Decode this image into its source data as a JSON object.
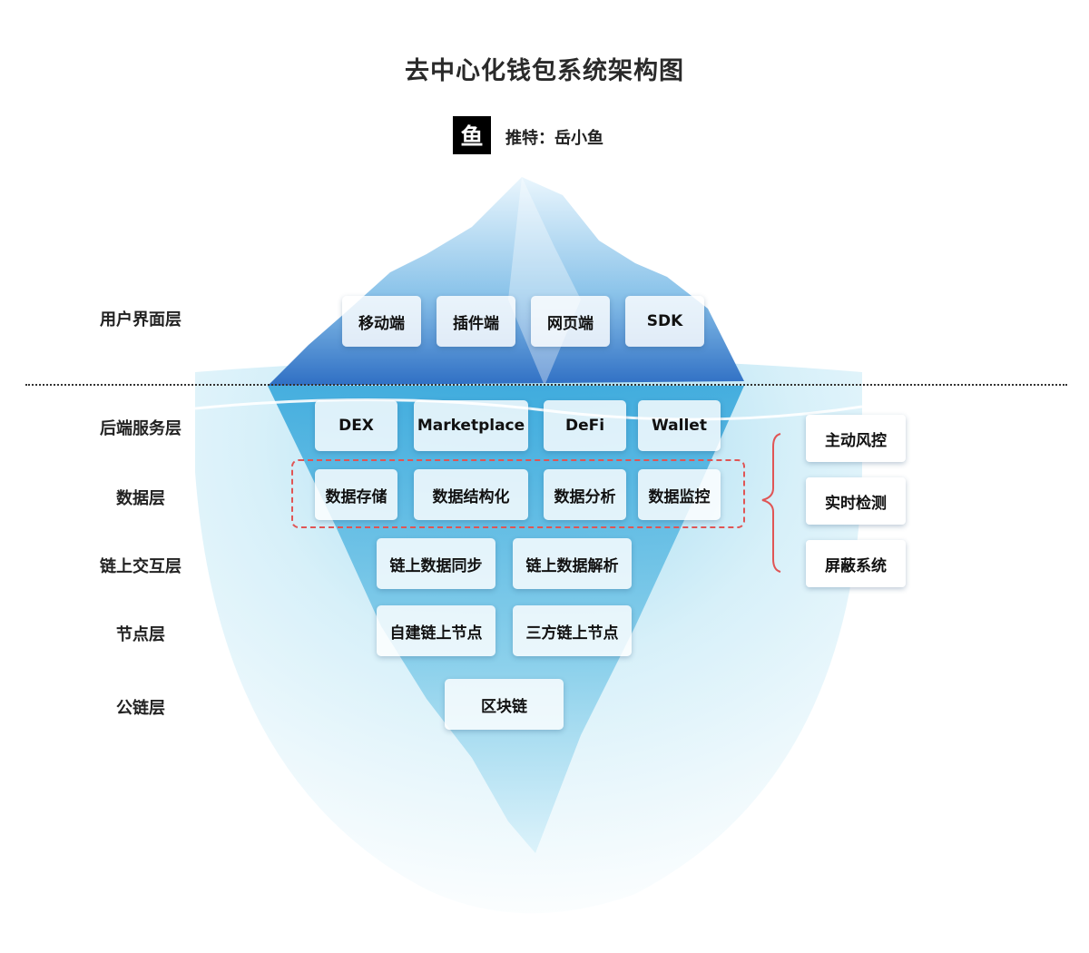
{
  "title": "去中心化钱包系统架构图",
  "logo_char": "鱼",
  "author": "推特：岳小鱼",
  "layers": [
    "用户界面层",
    "后端服务层",
    "数据层",
    "链上交互层",
    "节点层",
    "公链层"
  ],
  "ui_layer": [
    "移动端",
    "插件端",
    "网页端",
    "SDK"
  ],
  "backend_layer": [
    "DEX",
    "Marketplace",
    "DeFi",
    "Wallet"
  ],
  "data_layer": [
    "数据存储",
    "数据结构化",
    "数据分析",
    "数据监控"
  ],
  "chain_interaction_layer": [
    "链上数据同步",
    "链上数据解析"
  ],
  "node_layer": [
    "自建链上节点",
    "三方链上节点"
  ],
  "public_chain_layer": [
    "区块链"
  ],
  "side_panel": [
    "主动风控",
    "实时检测",
    "屏蔽系统"
  ],
  "colors": {
    "ice_dark": "#2f6fc4",
    "ice_light": "#dff1fb",
    "water": "#bfe6f5",
    "bracket": "#e05555"
  }
}
